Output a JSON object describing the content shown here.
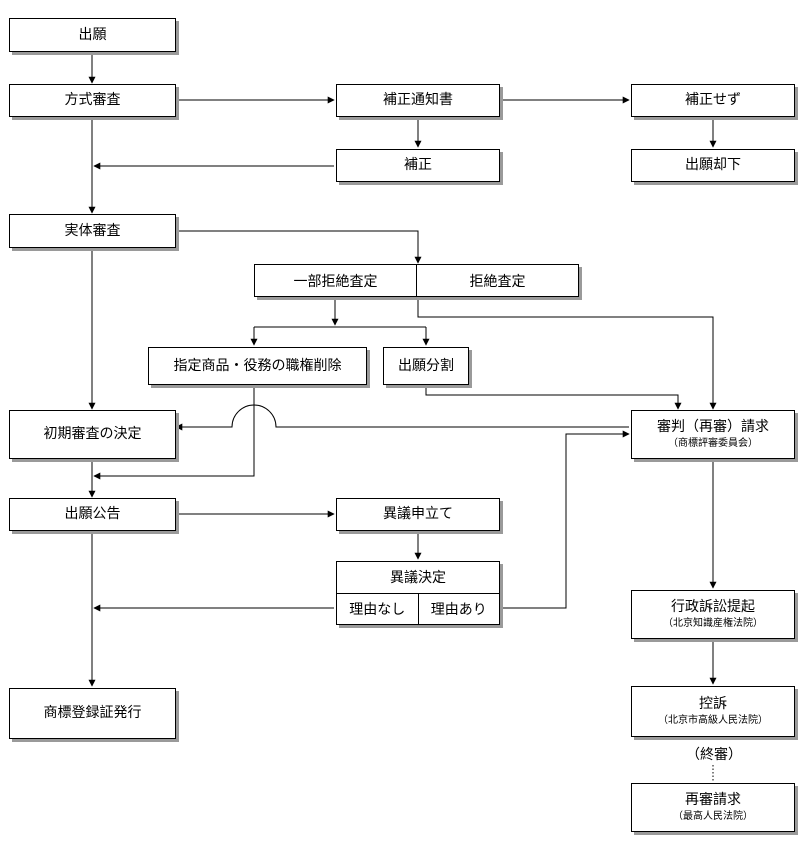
{
  "nodes": {
    "application": "出願",
    "formal_exam": "方式審査",
    "amend_notice": "補正通知書",
    "no_amend": "補正せず",
    "amend": "補正",
    "app_rejected": "出願却下",
    "substantive_exam": "実体審査",
    "partial_reject": "一部拒絶査定",
    "reject": "拒絶査定",
    "designated_delete": "指定商品・役務の職権削除",
    "app_split": "出願分割",
    "initial_decision": "初期審査の決定",
    "review_request": "審判（再審）請求",
    "review_request_sub": "（商標評審委員会）",
    "publication": "出願公告",
    "opposition": "異議申立て",
    "opposition_decision": "異議決定",
    "no_reason": "理由なし",
    "has_reason": "理由あり",
    "admin_suit": "行政訴訟提起",
    "admin_suit_sub": "（北京知識産権法院）",
    "appeal": "控訴",
    "appeal_sub": "（北京市高級人民法院）",
    "final": "（終審）",
    "retrial": "再審請求",
    "retrial_sub": "（最高人民法院）",
    "registration": "商標登録証発行"
  },
  "colors": {
    "line": "#000000",
    "shadow": "#9a9a9a",
    "background": "#ffffff"
  }
}
